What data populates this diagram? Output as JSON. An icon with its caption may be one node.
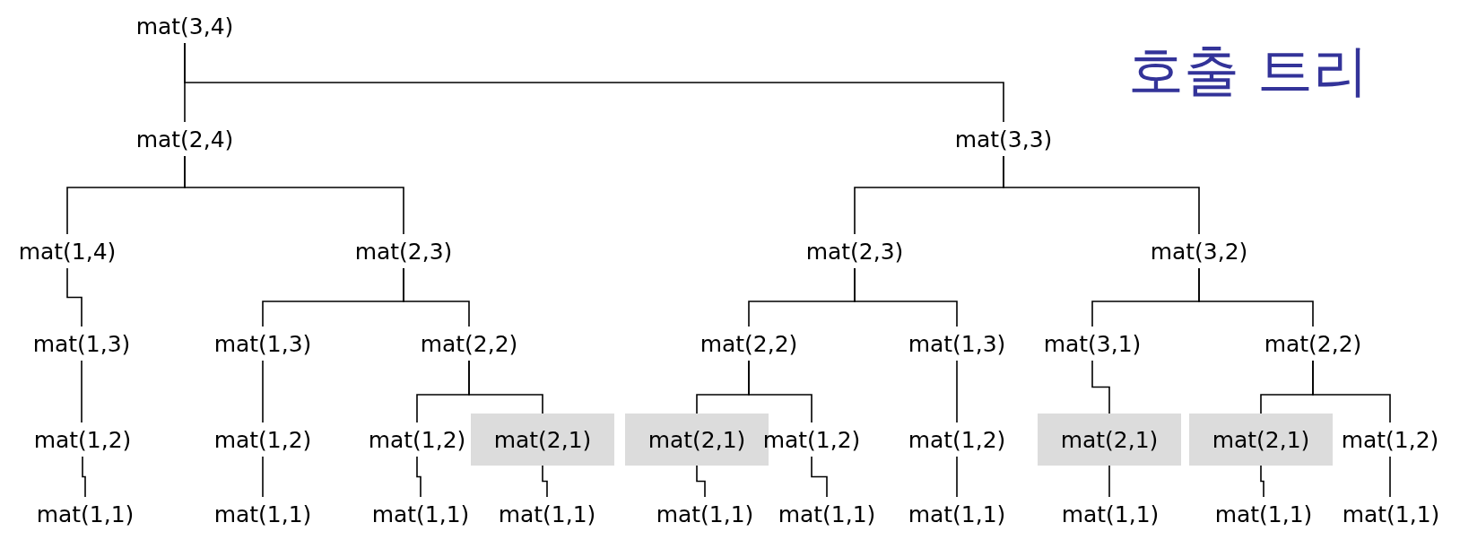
{
  "diagram": {
    "title": "호출 트리",
    "nodes": [
      {
        "text": [
          "mat(3,4)"
        ]
      },
      {
        "text": [
          "mat(2,4)"
        ]
      },
      {
        "text": [
          "mat(3,3)"
        ]
      },
      {
        "text": [
          "mat(1,4)"
        ]
      },
      {
        "text": [
          "mat(2,3)"
        ]
      },
      {
        "text": [
          "mat(2,3)"
        ]
      },
      {
        "text": [
          "mat(3,2)"
        ]
      },
      {
        "text": [
          "mat(1,3)"
        ]
      },
      {
        "text": [
          "mat(1,3)"
        ]
      },
      {
        "text": [
          "mat(2,2)"
        ]
      },
      {
        "text": [
          "mat(2,2)"
        ]
      },
      {
        "text": [
          "mat(1,3)"
        ]
      },
      {
        "text": [
          "mat(3,1)"
        ]
      },
      {
        "text": [
          "mat(2,2)"
        ]
      },
      {
        "text": [
          "mat(1,2)"
        ]
      },
      {
        "text": [
          "mat(1,2)"
        ]
      },
      {
        "text": [
          "mat(1,2)"
        ]
      },
      {
        "text": [
          "mat(2,1)"
        ]
      },
      {
        "text": [
          "mat(2,1)"
        ]
      },
      {
        "text": [
          "mat(1,2)"
        ]
      },
      {
        "text": [
          "mat(1,2)"
        ]
      },
      {
        "text": [
          "mat(2,1)"
        ]
      },
      {
        "text": [
          "mat(2,1)"
        ]
      },
      {
        "text": [
          "mat(1,2)"
        ]
      },
      {
        "text": [
          "mat(1,1)"
        ]
      },
      {
        "text": [
          "mat(1,1)"
        ]
      },
      {
        "text": [
          "mat(1,1)"
        ]
      },
      {
        "text": [
          "mat(1,1)"
        ]
      },
      {
        "text": [
          "mat(1,1)"
        ]
      },
      {
        "text": [
          "mat(1,1)"
        ]
      },
      {
        "text": [
          "mat(1,1)"
        ]
      },
      {
        "text": [
          "mat(1,1)"
        ]
      },
      {
        "text": [
          "mat(1,1)"
        ]
      },
      {
        "text": [
          "mat(1,1)"
        ]
      }
    ],
    "edges": [
      {
        "from": 0,
        "to": 1,
        "arrow": "none"
      },
      {
        "from": 0,
        "to": 2,
        "arrow": "none"
      },
      {
        "from": 1,
        "to": 3,
        "arrow": "none"
      },
      {
        "from": 1,
        "to": 4,
        "arrow": "none"
      },
      {
        "from": 2,
        "to": 5,
        "arrow": "none"
      },
      {
        "from": 2,
        "to": 6,
        "arrow": "none"
      },
      {
        "from": 3,
        "to": 7,
        "arrow": "none"
      },
      {
        "from": 4,
        "to": 8,
        "arrow": "none"
      },
      {
        "from": 4,
        "to": 9,
        "arrow": "none"
      },
      {
        "from": 5,
        "to": 10,
        "arrow": "none"
      },
      {
        "from": 5,
        "to": 11,
        "arrow": "none"
      },
      {
        "from": 6,
        "to": 12,
        "arrow": "none"
      },
      {
        "from": 6,
        "to": 13,
        "arrow": "none"
      },
      {
        "from": 7,
        "to": 14,
        "arrow": "none"
      },
      {
        "from": 8,
        "to": 15,
        "arrow": "none"
      },
      {
        "from": 9,
        "to": 16,
        "arrow": "none"
      },
      {
        "from": 9,
        "to": 17,
        "arrow": "none"
      },
      {
        "from": 10,
        "to": 18,
        "arrow": "none"
      },
      {
        "from": 10,
        "to": 19,
        "arrow": "none"
      },
      {
        "from": 11,
        "to": 20,
        "arrow": "none"
      },
      {
        "from": 12,
        "to": 21,
        "arrow": "none"
      },
      {
        "from": 13,
        "to": 22,
        "arrow": "none"
      },
      {
        "from": 13,
        "to": 23,
        "arrow": "none"
      },
      {
        "from": 14,
        "to": 24,
        "arrow": "none"
      },
      {
        "from": 15,
        "to": 25,
        "arrow": "none"
      },
      {
        "from": 16,
        "to": 26,
        "arrow": "none"
      },
      {
        "from": 17,
        "to": 27,
        "arrow": "none"
      },
      {
        "from": 18,
        "to": 28,
        "arrow": "none"
      },
      {
        "from": 19,
        "to": 29,
        "arrow": "none"
      },
      {
        "from": 20,
        "to": 30,
        "arrow": "none"
      },
      {
        "from": 21,
        "to": 31,
        "arrow": "none"
      },
      {
        "from": 22,
        "to": 32,
        "arrow": "none"
      },
      {
        "from": 23,
        "to": 33,
        "arrow": "none"
      }
    ]
  }
}
